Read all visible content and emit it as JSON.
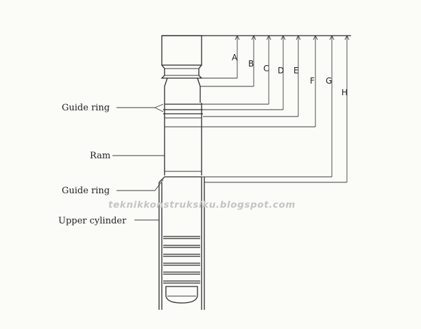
{
  "labels": {
    "guide_ring_top": "Guide ring",
    "ram": "Ram",
    "guide_ring_bottom": "Guide ring",
    "upper_cylinder": "Upper cylinder"
  },
  "dimensions": [
    "A",
    "B",
    "C",
    "D",
    "E",
    "F",
    "G",
    "H"
  ],
  "watermark": "teknikkonstruksiku.blogspot.com",
  "colors": {
    "ink": "#2a2a2a",
    "paper": "#fbfbf8",
    "watermark": "#c4c4c4"
  }
}
